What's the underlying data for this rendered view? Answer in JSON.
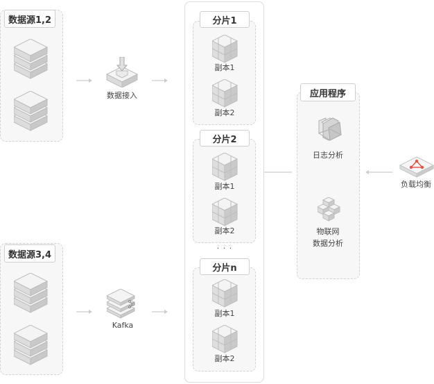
{
  "sources": [
    {
      "title": "数据源1,2"
    },
    {
      "title": "数据源3,4"
    }
  ],
  "ingest": {
    "data_ingest": "数据接入",
    "kafka": "Kafka"
  },
  "shards": [
    {
      "title": "分片1",
      "replicas": [
        "副本1",
        "副本2"
      ]
    },
    {
      "title": "分片2",
      "replicas": [
        "副本1",
        "副本2"
      ]
    },
    {
      "title": "分片n",
      "replicas": [
        "副本1",
        "副本2"
      ]
    }
  ],
  "ellipsis": "· · ·",
  "apps": {
    "title": "应用程序",
    "items": [
      {
        "label": "日志分析"
      },
      {
        "label_line1": "物联网",
        "label_line2": "数据分析"
      }
    ]
  },
  "load_balancer": "负载均衡",
  "colors": {
    "panel_bg": "#f7f7f7",
    "panel_border": "#d3d3d3",
    "arrow": "#cccccc",
    "balancer_accent": "#e8514a"
  }
}
